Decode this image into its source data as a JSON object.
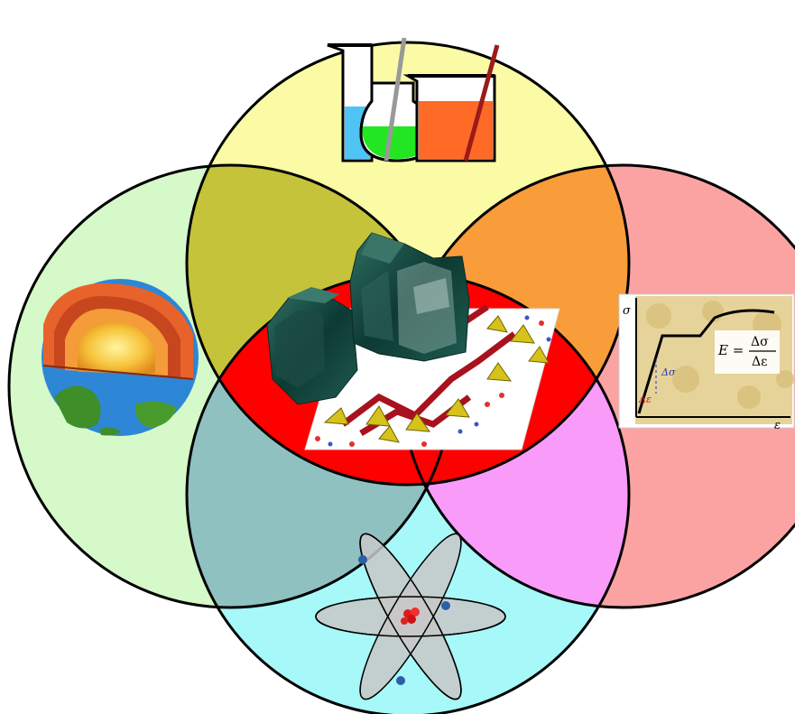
{
  "diagram": {
    "circles": [
      {
        "id": "chemistry",
        "topic_icon": "beaker-flask-icon",
        "fill": "#fbfba6"
      },
      {
        "id": "geology",
        "topic_icon": "earth-layers-icon",
        "fill": "#d5f9c9"
      },
      {
        "id": "engineering",
        "topic_icon": "stress-strain-graph-icon",
        "fill": "#fba3a3"
      },
      {
        "id": "physics",
        "topic_icon": "atom-icon",
        "fill": "#a7f8f8"
      }
    ],
    "overlaps": {
      "chemistry_geology": "#c4c33a",
      "chemistry_engineering": "#f99c3a",
      "geology_physics": "#8fc1c1",
      "physics_engineering": "#f99cf9",
      "center": "#ff0000"
    },
    "center_icon": "crystal-structure-icon",
    "graph": {
      "y_axis_symbol": "σ",
      "x_axis_symbol": "ε",
      "formula_lhs": "E =",
      "formula_num": "Δσ",
      "formula_den": "Δε",
      "delta_sigma": "Δσ",
      "delta_epsilon": "Δε"
    }
  }
}
